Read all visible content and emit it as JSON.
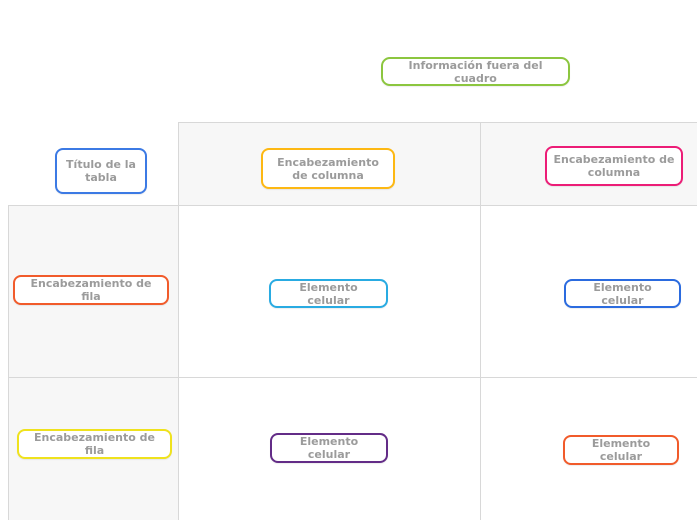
{
  "canvas": {
    "background_color": "#ffffff",
    "grid_line_color": "#d8d8d8",
    "shaded_cell_color": "#f7f7f7",
    "node_text_color": "#9b9b9b"
  },
  "nodes": {
    "outside_info": {
      "label": "Información fuera del cuadro",
      "border_color": "#8cc63f"
    },
    "table_title": {
      "label": "Título de la tabla",
      "border_color": "#3c7ae4"
    },
    "column_header_1": {
      "label": "Encabezamiento de columna",
      "border_color": "#fdb813"
    },
    "column_header_2": {
      "label": "Encabezamiento de columna",
      "border_color": "#ec1d77"
    },
    "row_header_1": {
      "label": "Encabezamiento de fila",
      "border_color": "#f15b2b"
    },
    "row_header_2": {
      "label": "Encabezamiento de fila",
      "border_color": "#efe21d"
    },
    "cell_1_1": {
      "label": "Elemento celular",
      "border_color": "#29abe2"
    },
    "cell_1_2": {
      "label": "Elemento celular",
      "border_color": "#2b6bdf"
    },
    "cell_2_1": {
      "label": "Elemento celular",
      "border_color": "#632c87"
    },
    "cell_2_2": {
      "label": "Elemento celular",
      "border_color": "#f15b2b"
    }
  }
}
